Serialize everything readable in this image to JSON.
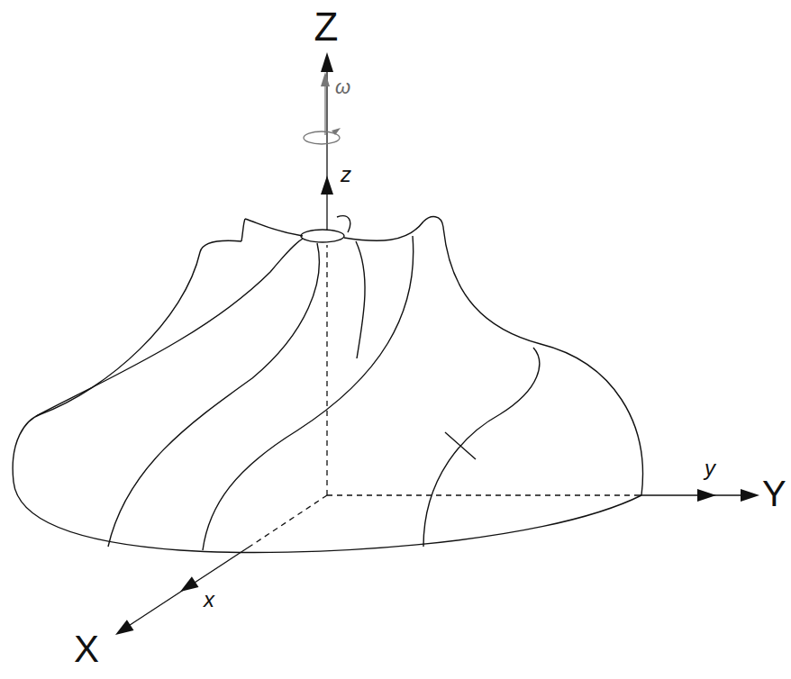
{
  "diagram": {
    "labels": [
      "Z",
      "ω",
      "z",
      "y",
      "Y",
      "x",
      "X"
    ]
  }
}
